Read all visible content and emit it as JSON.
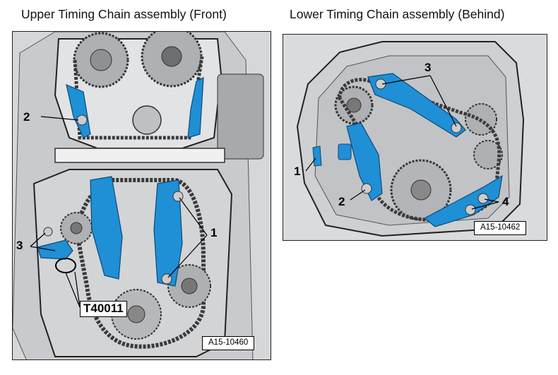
{
  "headings": {
    "left": "Upper Timing Chain assembly (Front)",
    "right": "Lower Timing Chain assembly (Behind)"
  },
  "left_panel": {
    "callouts": {
      "c1": "1",
      "c2": "2",
      "c3": "3"
    },
    "tool_label": "T40011",
    "figure_id": "A15-10460"
  },
  "right_panel": {
    "callouts": {
      "c1": "1",
      "c2": "2",
      "c3": "3",
      "c4": "4"
    },
    "figure_id": "A15-10462"
  },
  "colors": {
    "guide_blue": "#1f8fd6",
    "engine_gray": "#c4c5c8",
    "chain_dark": "#3a3a3a"
  }
}
